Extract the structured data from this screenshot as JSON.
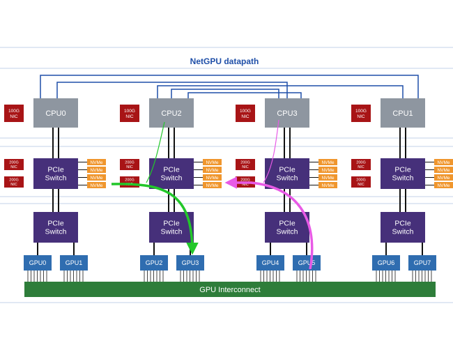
{
  "title": "NetGPU datapath",
  "colors": {
    "cpu": "#8e96a0",
    "cpu_label": "#ffffff",
    "nic": "#a81416",
    "pcie": "#46307a",
    "nvme": "#f0962d",
    "gpu": "#2f6db0",
    "interconnect": "#2e7d3a",
    "bus": "#1f4fa8",
    "guide": "#c3d2e8",
    "green_path": "#22c72a",
    "magenta_path": "#e85ae6",
    "title": "#1f4fa8"
  },
  "cpus": [
    {
      "label": "CPU0"
    },
    {
      "label": "CPU2"
    },
    {
      "label": "CPU3"
    },
    {
      "label": "CPU1"
    }
  ],
  "nic_100g": [
    "100G\nNIC",
    "100G\nNIC",
    "100G\nNIC",
    "100G\nNIC"
  ],
  "nic_200g_label": "200G\nNIC",
  "pcie_label": "PCIe\nSwitch",
  "nvme_label": "NVMe",
  "gpus": [
    "GPU0",
    "GPU1",
    "GPU2",
    "GPU3",
    "GPU4",
    "GPU5",
    "GPU6",
    "GPU7"
  ],
  "interconnect_label": "GPU Interconnect"
}
